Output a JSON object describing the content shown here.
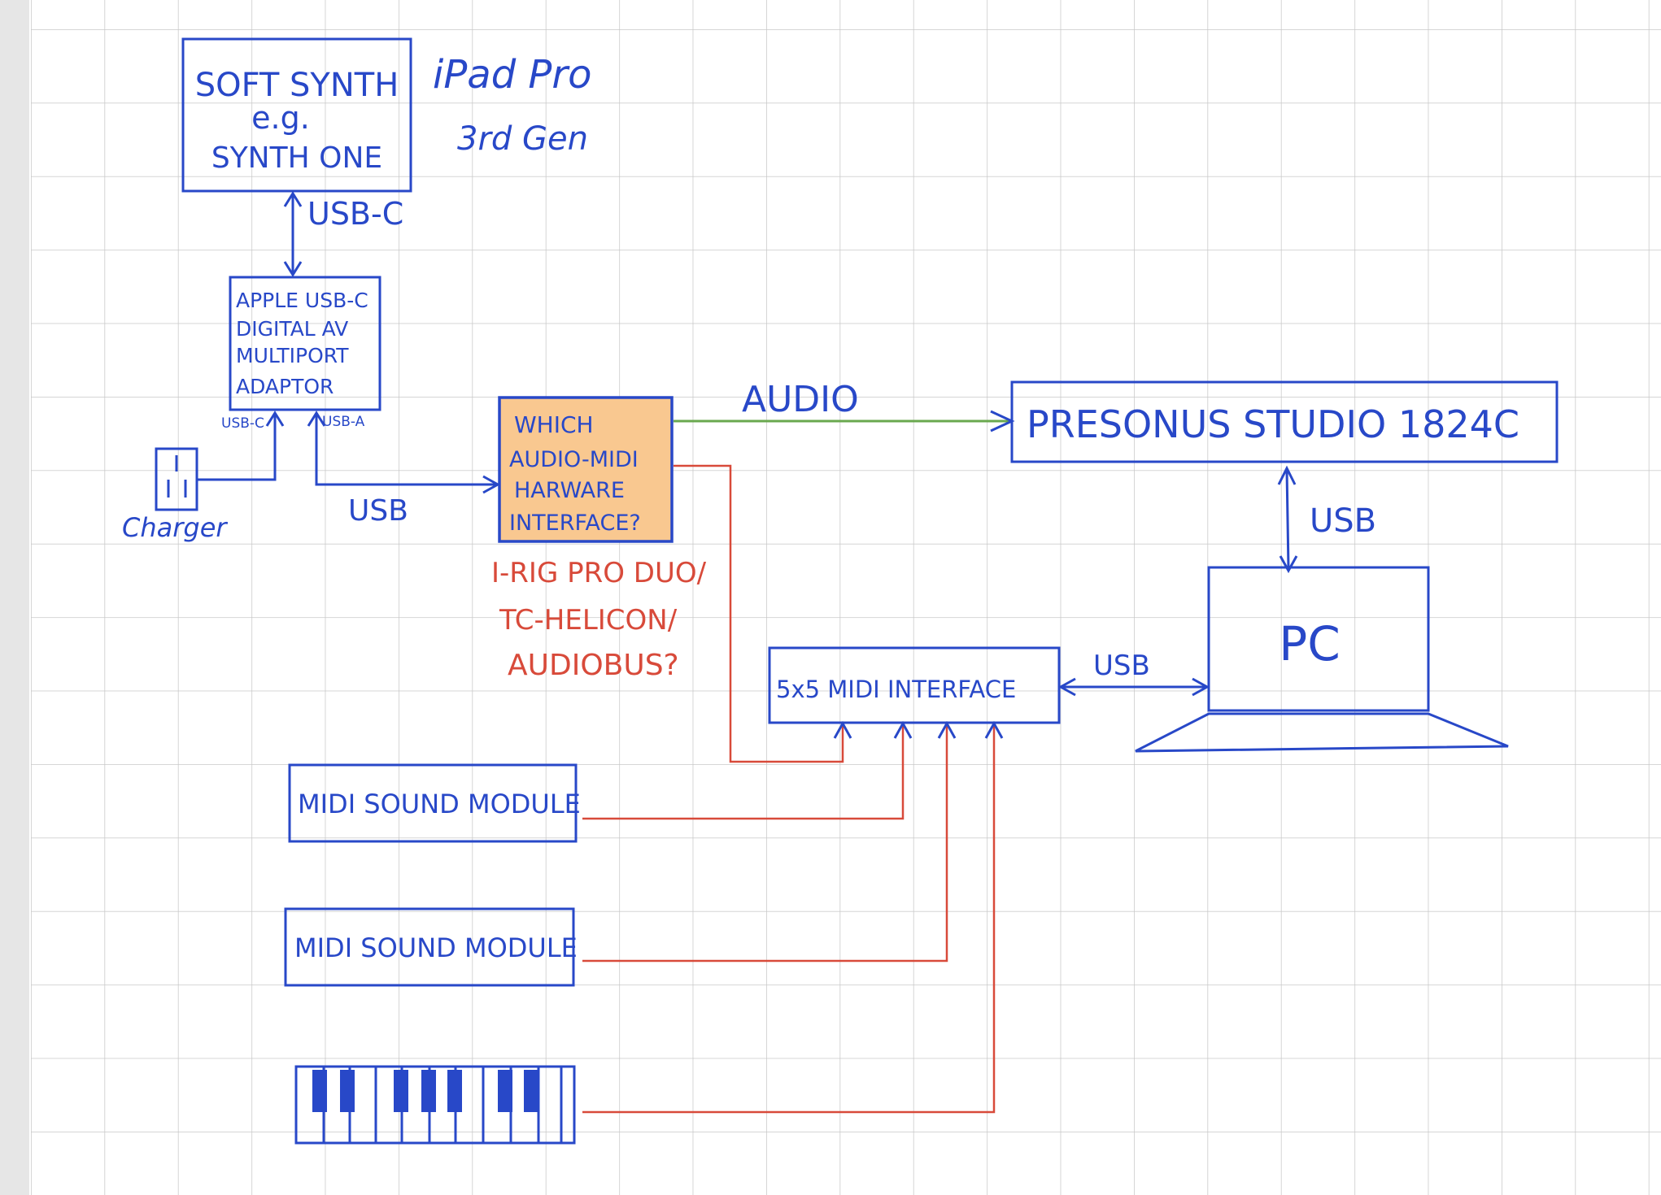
{
  "colors": {
    "ink_blue": "#2848c8",
    "ink_red": "#d84a3a",
    "ink_green": "#6aa84f",
    "box_fill": "#f9c890",
    "grid": "#c8c8c8",
    "left_bar": "#e6e6e6"
  },
  "ipad": {
    "line1": "SOFT SYNTH",
    "line2": "e.g.",
    "line3": "SYNTH ONE",
    "note_line1": "iPad Pro",
    "note_line2": "3rd Gen"
  },
  "labels": {
    "usb_c": "USB-C",
    "usb_c_port": "USB-C",
    "usb_a_port": "USB-A",
    "charger": "Charger",
    "usb_to_interface": "USB",
    "audio": "AUDIO",
    "usb_presonus_pc": "USB",
    "usb_midi_pc": "USB"
  },
  "adaptor": {
    "lines": [
      "APPLE USB-C",
      "DIGITAL AV",
      "MULTIPORT",
      "ADAPTOR"
    ]
  },
  "audio_midi_interface": {
    "lines": [
      "WHICH",
      "AUDIO-MIDI",
      "HARWARE",
      "INTERFACE?"
    ]
  },
  "candidates": {
    "lines": [
      "I-RIG PRO DUO/",
      "TC-HELICON/",
      "AUDIOBUS?"
    ]
  },
  "presonus": {
    "label": "PRESONUS STUDIO 1824C"
  },
  "pc": {
    "label": "PC"
  },
  "midi_interface": {
    "label": "5x5 MIDI INTERFACE"
  },
  "sound_modules": [
    {
      "label": "MIDI SOUND MODULE"
    },
    {
      "label": "MIDI SOUND MODULE"
    }
  ],
  "keyboard": {
    "icon": "piano-keyboard-icon"
  }
}
